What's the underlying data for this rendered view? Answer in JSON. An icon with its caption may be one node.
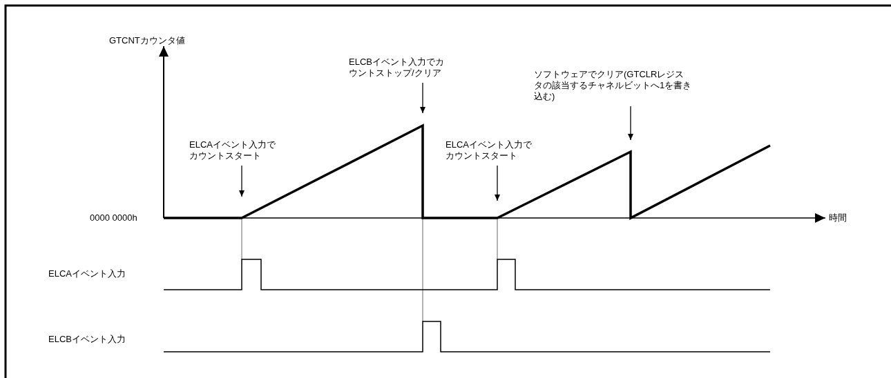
{
  "diagram": {
    "nodes": [
      {
        "text": [
          "ELCAイベント入力でカウントスタート"
        ]
      },
      {
        "text": [
          "ELCBイベント入力でカウントストップ/クリア"
        ]
      },
      {
        "text": [
          "ELCAイベント入力でカウントスタート"
        ]
      },
      {
        "text": [
          "ソフトウェアでクリア(GTCLRレジスタの該当するチャネルビットへ1を書き込む)"
        ]
      }
    ],
    "edges": [
      {
        "from": 0,
        "to": null,
        "arrow": "to"
      },
      {
        "from": 1,
        "to": null,
        "arrow": "to"
      },
      {
        "from": 2,
        "to": null,
        "arrow": "to"
      },
      {
        "from": 3,
        "to": null,
        "arrow": "to"
      }
    ],
    "labels": [
      "GTCNTカウンタ値",
      "0000 0000h",
      "時間",
      "ELCAイベント入力",
      "ELCBイベント入力"
    ]
  }
}
